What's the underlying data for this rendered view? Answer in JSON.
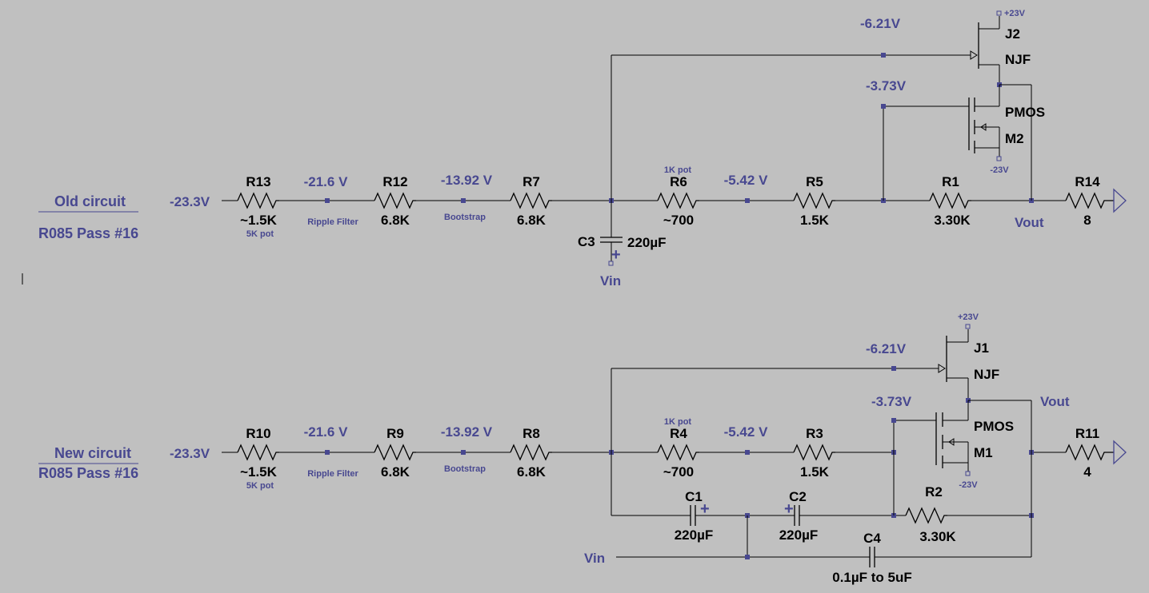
{
  "old": {
    "title": "Old circuit",
    "subtitle": "R085 Pass #16",
    "supply": "-23.3V",
    "r13": {
      "name": "R13",
      "value": "~1.5K",
      "note": "5K pot"
    },
    "n1": {
      "volt": "-21.6 V",
      "note": "Ripple Filter"
    },
    "r12": {
      "name": "R12",
      "value": "6.8K"
    },
    "n2": {
      "volt": "-13.92 V",
      "note": "Bootstrap"
    },
    "r7": {
      "name": "R7",
      "value": "6.8K"
    },
    "r6": {
      "name": "R6",
      "value": "~700",
      "note": "1K pot"
    },
    "n3": {
      "volt": "-5.42 V"
    },
    "r5": {
      "name": "R5",
      "value": "1.5K"
    },
    "r1": {
      "name": "R1",
      "value": "3.30K"
    },
    "r14": {
      "name": "R14",
      "value": "8"
    },
    "c3": {
      "name": "C3",
      "value": "220µF",
      "polarity": "+"
    },
    "vin": "Vin",
    "vout": "Vout",
    "gate_volt_j": "-6.21V",
    "gate_volt_m": "-3.73V",
    "j2": {
      "name": "J2",
      "type": "NJF"
    },
    "m2": {
      "name": "M2",
      "type": "PMOS"
    },
    "pos_rail": "+23V",
    "neg_rail": "-23V"
  },
  "new": {
    "title": "New circuit",
    "subtitle": "R085 Pass #16",
    "supply": "-23.3V",
    "r10": {
      "name": "R10",
      "value": "~1.5K",
      "note": "5K pot"
    },
    "n1": {
      "volt": "-21.6 V",
      "note": "Ripple Filter"
    },
    "r9": {
      "name": "R9",
      "value": "6.8K"
    },
    "n2": {
      "volt": "-13.92 V",
      "note": "Bootstrap"
    },
    "r8": {
      "name": "R8",
      "value": "6.8K"
    },
    "r4": {
      "name": "R4",
      "value": "~700",
      "note": "1K pot"
    },
    "n3": {
      "volt": "-5.42 V"
    },
    "r3": {
      "name": "R3",
      "value": "1.5K"
    },
    "r2": {
      "name": "R2",
      "value": "3.30K"
    },
    "r11": {
      "name": "R11",
      "value": "4"
    },
    "c1": {
      "name": "C1",
      "value": "220µF",
      "polarity": "+"
    },
    "c2": {
      "name": "C2",
      "value": "220µF",
      "polarity": "+"
    },
    "c4": {
      "name": "C4",
      "value": "0.1µF to 5uF"
    },
    "vin": "Vin",
    "vout": "Vout",
    "gate_volt_j": "-6.21V",
    "gate_volt_m": "-3.73V",
    "j1": {
      "name": "J1",
      "type": "NJF"
    },
    "m1": {
      "name": "M1",
      "type": "PMOS"
    },
    "pos_rail": "+23V",
    "neg_rail": "-23V"
  }
}
